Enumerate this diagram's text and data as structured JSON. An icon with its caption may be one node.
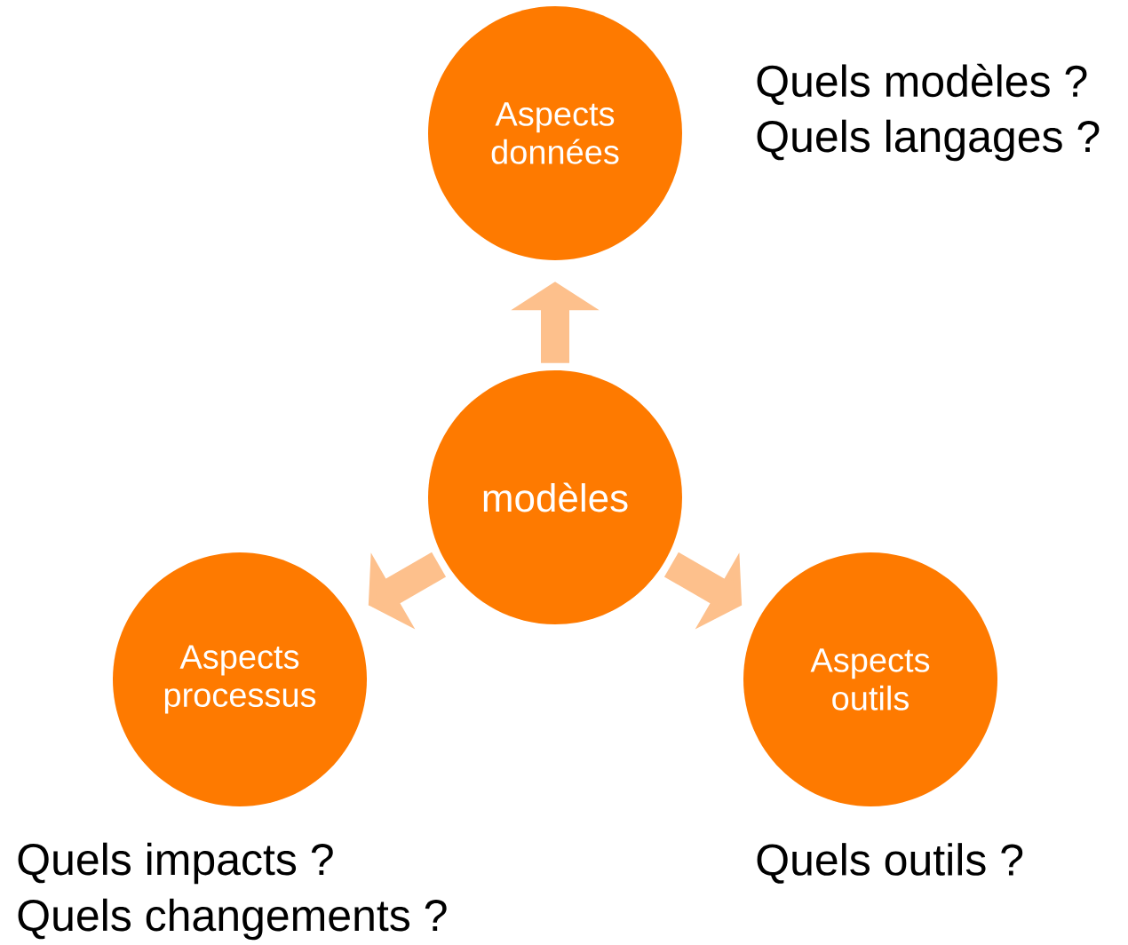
{
  "diagram": {
    "nodes": [
      {
        "text": [
          "modèles"
        ]
      },
      {
        "text": [
          "Aspects données"
        ],
        "beside": [
          "Quels modèles ?",
          "Quels langages ?"
        ]
      },
      {
        "text": [
          "Aspects processus"
        ],
        "beside": [
          "Quels impacts ?",
          "Quels changements ?"
        ]
      },
      {
        "text": [
          "Aspects outils"
        ],
        "beside": [
          "Quels outils ?"
        ]
      }
    ],
    "edges": [
      {
        "from": 0,
        "to": 1,
        "arrow": "to"
      },
      {
        "from": 0,
        "to": 2,
        "arrow": "to"
      },
      {
        "from": 0,
        "to": 3,
        "arrow": "to"
      }
    ]
  }
}
